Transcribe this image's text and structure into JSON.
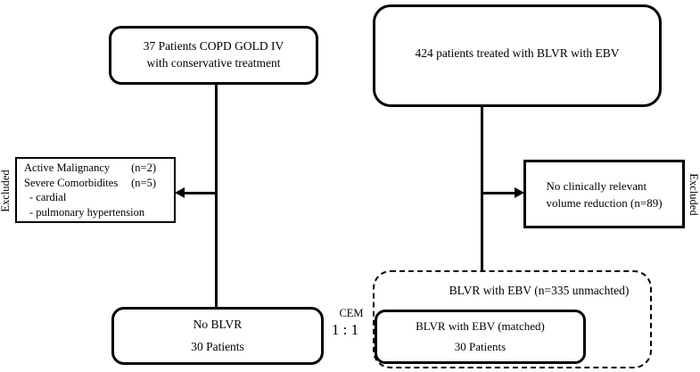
{
  "diagram": {
    "left_branch": {
      "top_box": {
        "line1": "37 Patients COPD GOLD IV",
        "line2": "with conservative treatment"
      },
      "excluded_label": "Excluded",
      "excluded_box": {
        "rows": [
          {
            "label": "Active Malignancy",
            "value": "(n=2)"
          },
          {
            "label": "Severe Comorbidites",
            "value": "(n=5)"
          },
          {
            "label": "- cardial",
            "value": ""
          },
          {
            "label": "- pulmonary hypertension",
            "value": ""
          }
        ]
      },
      "outcome_box": {
        "line1": "No BLVR",
        "line2": "30 Patients"
      }
    },
    "right_branch": {
      "top_box": {
        "line1": "424 patients treated with BLVR with EBV"
      },
      "excluded_label": "Excluded",
      "excluded_box": {
        "line1": "No clinically relevant",
        "line2": "volume reduction (n=89)"
      },
      "unmatched_box": {
        "title": "BLVR with EBV (n=335 unmachted)"
      },
      "matched_box": {
        "line1": "BLVR with EBV (matched)",
        "line2": "30 Patients"
      }
    },
    "matching": {
      "method": "CEM",
      "ratio": "1 : 1"
    },
    "colors": {
      "line": "#000000",
      "background": "#ffffff"
    }
  }
}
